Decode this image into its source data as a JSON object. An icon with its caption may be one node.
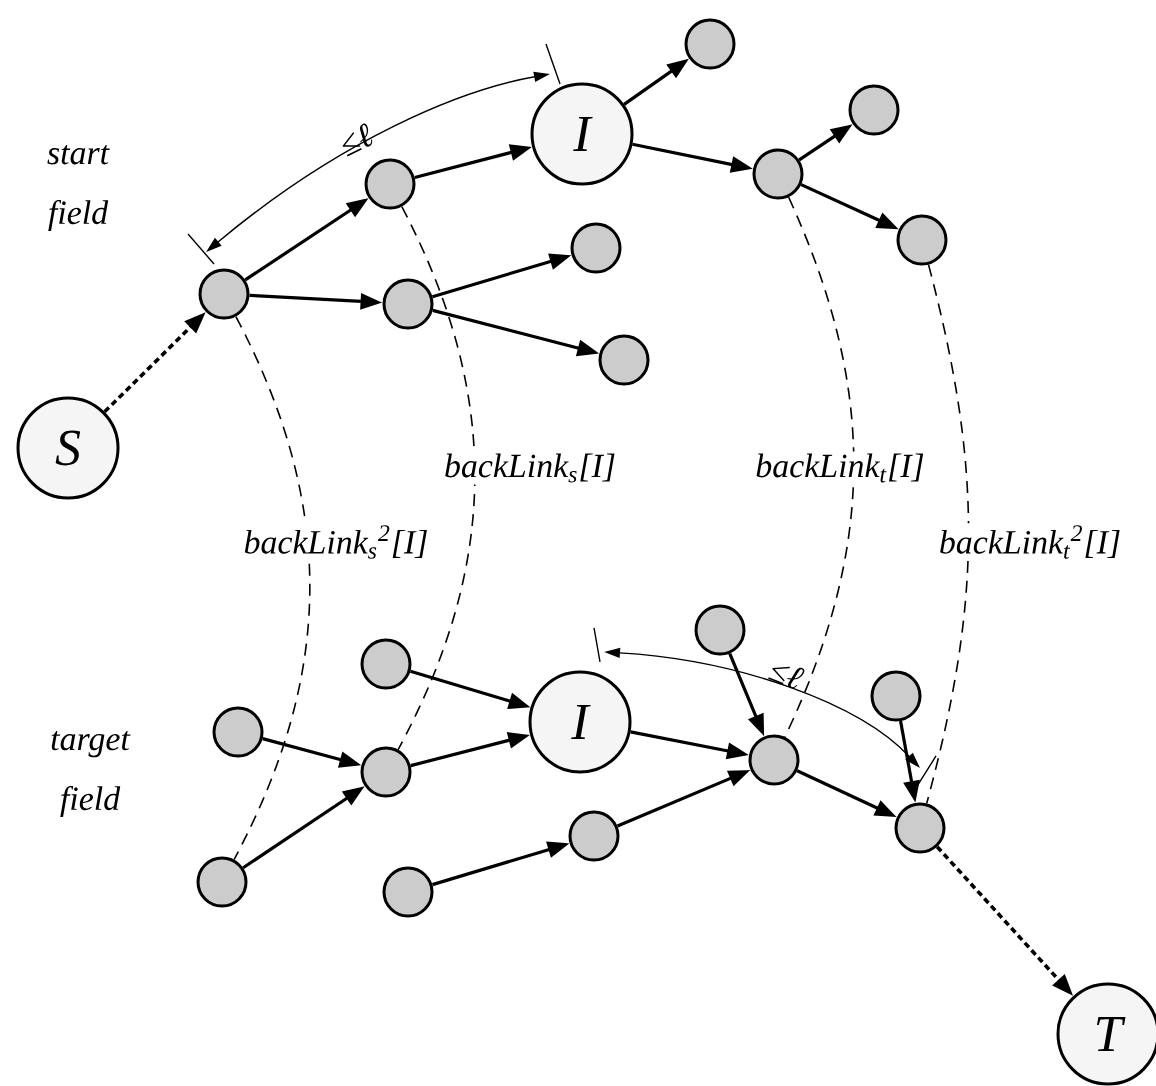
{
  "diagram": {
    "nodes": [
      {
        "text": [
          "S"
        ]
      },
      {
        "text": [],
        "shape": "circle"
      },
      {
        "text": [],
        "shape": "circle"
      },
      {
        "text": [
          "I"
        ]
      },
      {
        "text": [],
        "shape": "circle"
      },
      {
        "text": [],
        "shape": "circle"
      },
      {
        "text": [],
        "shape": "circle"
      },
      {
        "text": [],
        "shape": "circle"
      },
      {
        "text": [],
        "shape": "circle"
      },
      {
        "text": [],
        "shape": "circle"
      },
      {
        "text": [],
        "shape": "circle"
      },
      {
        "text": [],
        "shape": "circle"
      },
      {
        "text": [],
        "shape": "circle"
      },
      {
        "text": [],
        "shape": "circle"
      },
      {
        "text": [],
        "shape": "circle"
      },
      {
        "text": [
          "I"
        ]
      },
      {
        "text": [],
        "shape": "circle"
      },
      {
        "text": [],
        "shape": "circle"
      },
      {
        "text": [],
        "shape": "circle"
      },
      {
        "text": [],
        "shape": "circle"
      },
      {
        "text": [],
        "shape": "circle"
      },
      {
        "text": [],
        "shape": "circle"
      },
      {
        "text": [
          "T"
        ]
      }
    ],
    "edges": [
      {
        "from": 0,
        "to": 1,
        "arrow": "to",
        "style": "dashed"
      },
      {
        "from": 1,
        "to": 2,
        "arrow": "to"
      },
      {
        "from": 2,
        "to": 3,
        "arrow": "to"
      },
      {
        "from": 3,
        "to": 5,
        "arrow": "to"
      },
      {
        "from": 3,
        "to": 6,
        "arrow": "to"
      },
      {
        "from": 6,
        "to": 7,
        "arrow": "to"
      },
      {
        "from": 6,
        "to": 8,
        "arrow": "to"
      },
      {
        "from": 1,
        "to": 4,
        "arrow": "to"
      },
      {
        "from": 4,
        "to": 9,
        "arrow": "to"
      },
      {
        "from": 4,
        "to": 10,
        "arrow": "to"
      },
      {
        "from": 11,
        "to": 13,
        "arrow": "to"
      },
      {
        "from": 14,
        "to": 13,
        "arrow": "to"
      },
      {
        "from": 12,
        "to": 15,
        "arrow": "to"
      },
      {
        "from": 13,
        "to": 15,
        "arrow": "to"
      },
      {
        "from": 15,
        "to": 17,
        "arrow": "to"
      },
      {
        "from": 16,
        "to": 17,
        "arrow": "to"
      },
      {
        "from": 19,
        "to": 18,
        "arrow": "to"
      },
      {
        "from": 18,
        "to": 17,
        "arrow": "to"
      },
      {
        "from": 17,
        "to": 21,
        "arrow": "to"
      },
      {
        "from": 20,
        "to": 21,
        "arrow": "to"
      },
      {
        "from": 21,
        "to": 22,
        "arrow": "to",
        "style": "dashed"
      },
      {
        "from": 1,
        "to": 14,
        "arrow": "none",
        "style": "dashed",
        "label": "backLink$_{s}$$^{2}$[I]"
      },
      {
        "from": 2,
        "to": 13,
        "arrow": "none",
        "style": "dashed",
        "label": "backLink$_{s}$[I]"
      },
      {
        "from": 6,
        "to": 17,
        "arrow": "none",
        "style": "dashed",
        "label": "backLink$_{t}$[I]"
      },
      {
        "from": 8,
        "to": 21,
        "arrow": "none",
        "style": "dashed",
        "label": "backLink$_{t}$$^{2}$[I]"
      }
    ],
    "labels": [
      "start field",
      "≤ℓ",
      "target field",
      "≤ℓ"
    ]
  }
}
